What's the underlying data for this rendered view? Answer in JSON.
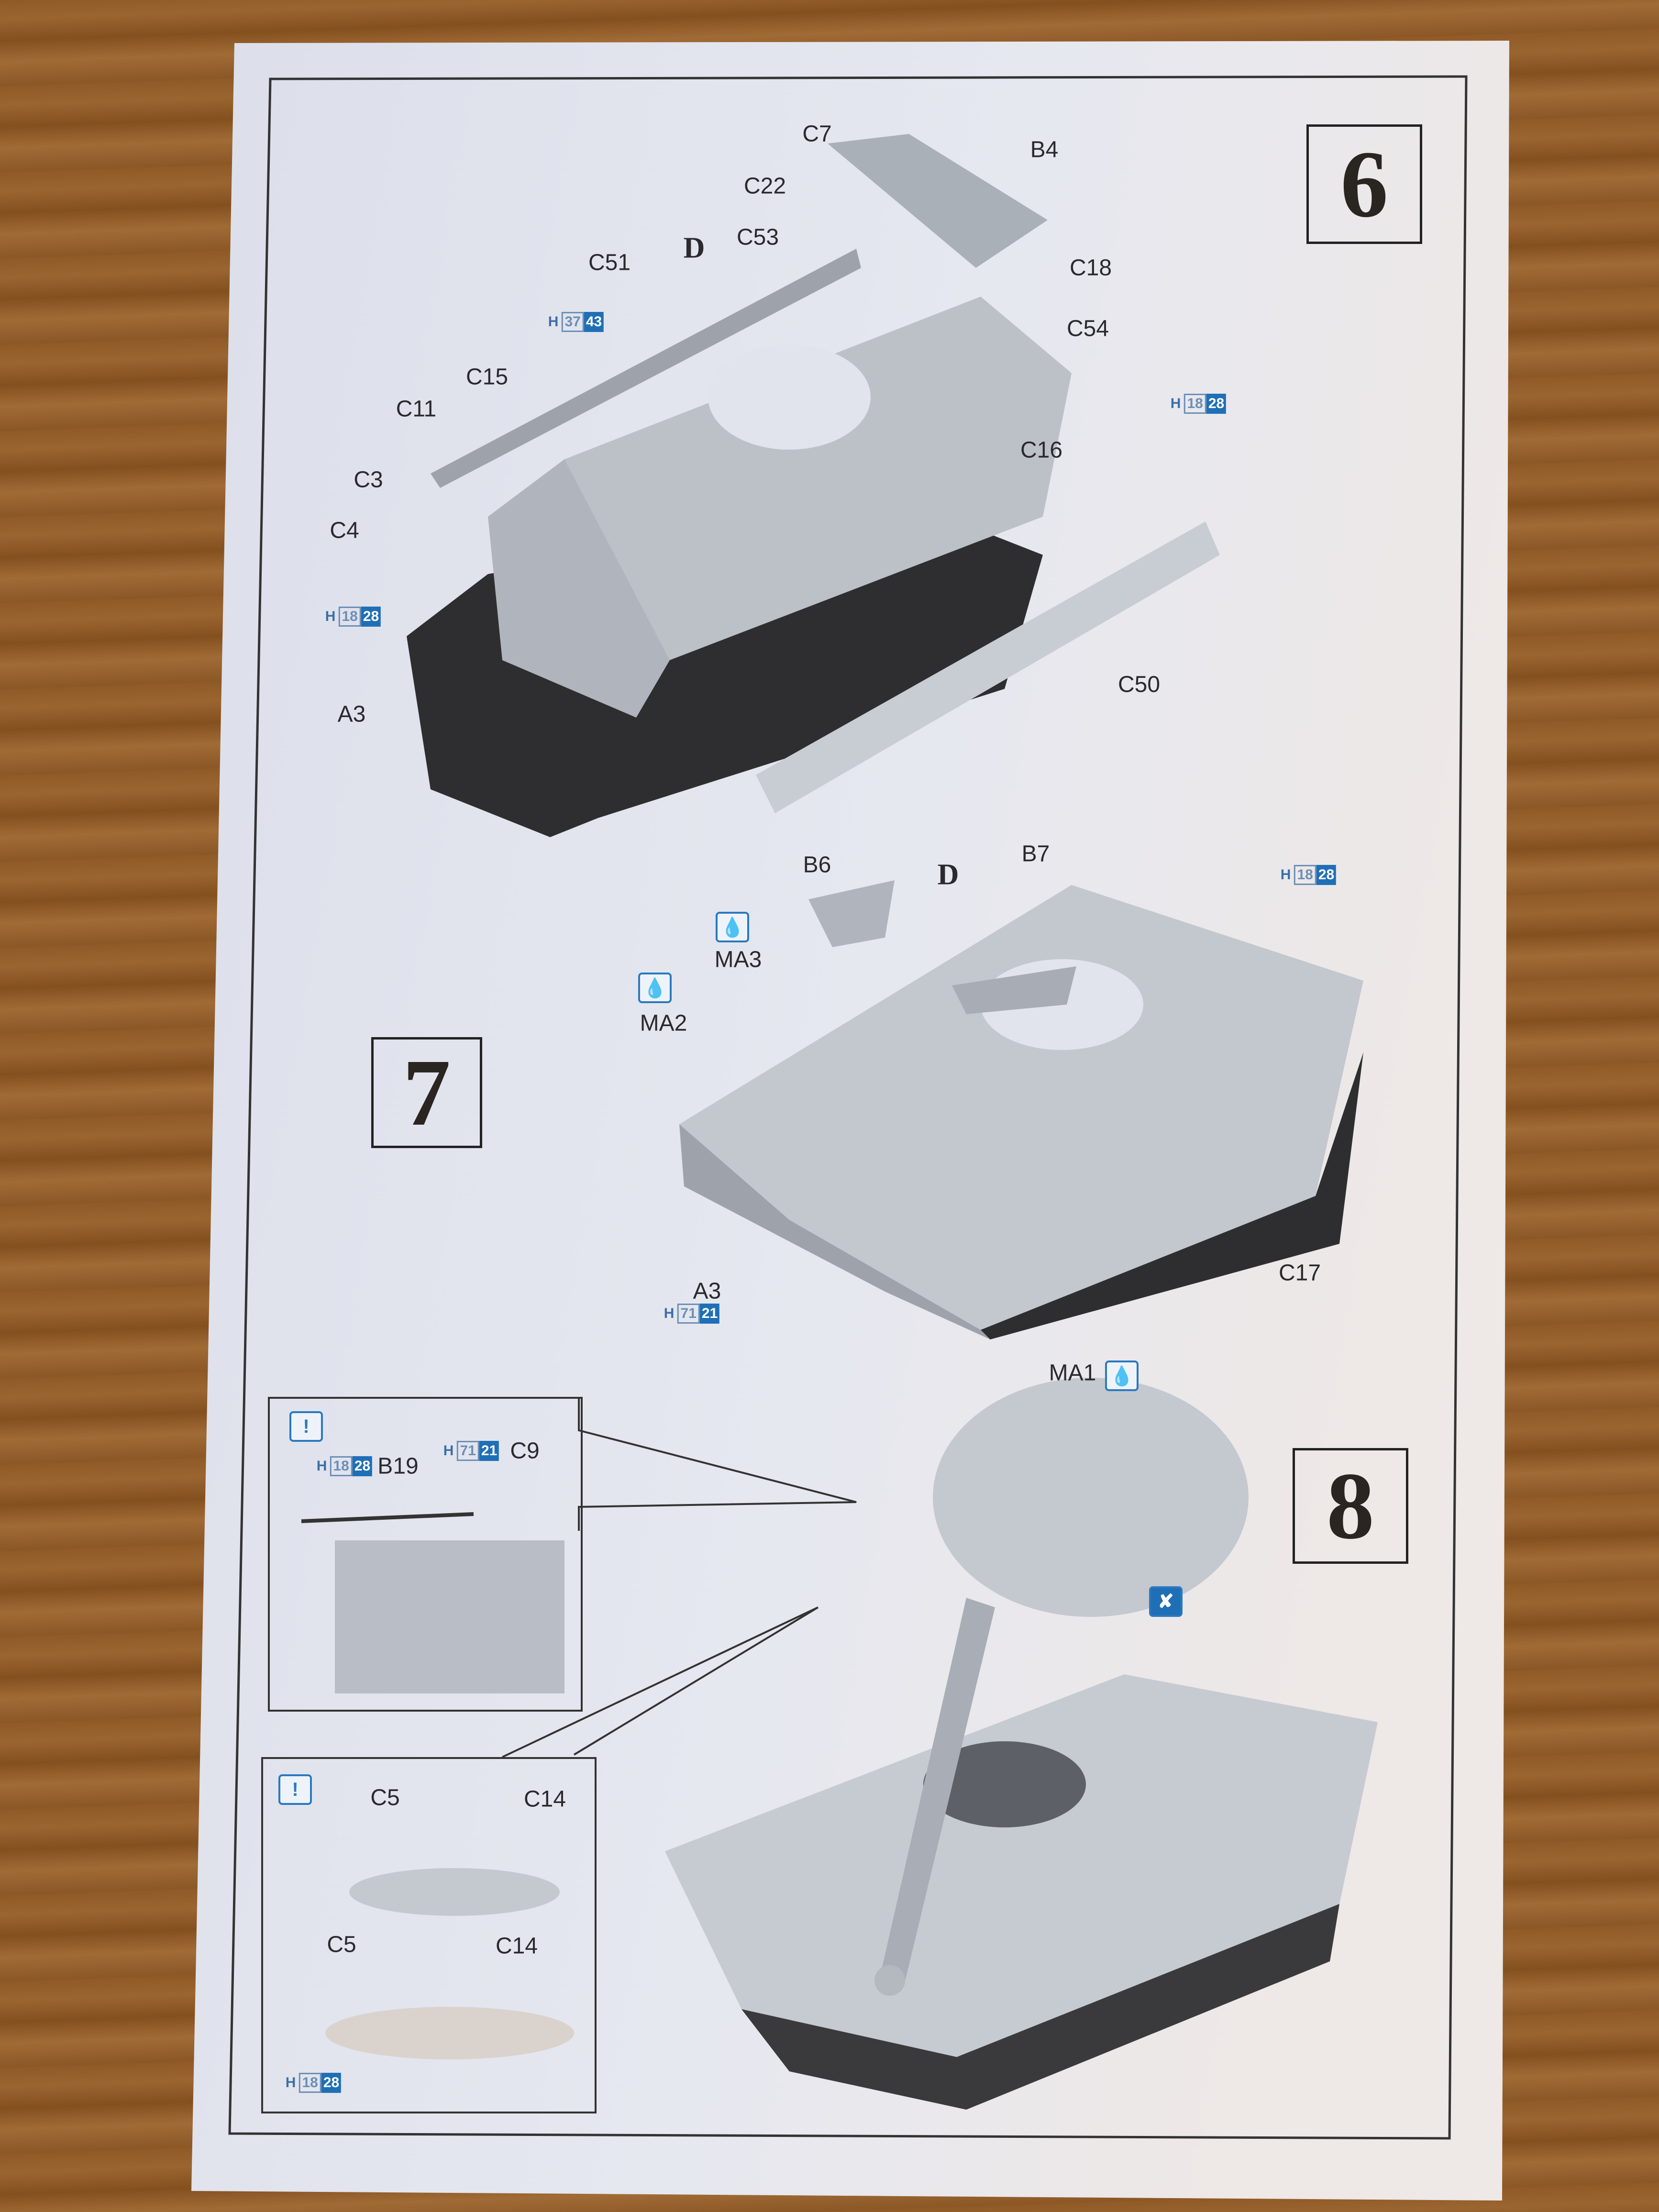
{
  "steps": [
    {
      "number": "6",
      "labels": {
        "c7": "C7",
        "b4": "B4",
        "c22": "C22",
        "c18": "C18",
        "c53": "C53",
        "d": "D",
        "c51": "C51",
        "c15": "C15",
        "c11": "C11",
        "c54": "C54",
        "c16": "C16",
        "c3": "C3",
        "c4": "C4",
        "c50": "C50",
        "a3": "A3"
      },
      "paint_codes": [
        {
          "prefix": "H",
          "code1": "37",
          "code2": "43"
        },
        {
          "prefix": "H",
          "code1": "18",
          "code2": "28"
        },
        {
          "prefix": "H",
          "code1": "18",
          "code2": "28"
        }
      ]
    },
    {
      "number": "7",
      "labels": {
        "b6": "B6",
        "d": "D",
        "b7": "B7",
        "ma3": "MA3",
        "ma2": "MA2",
        "a3": "A3",
        "c17": "C17",
        "ma1": "MA1"
      },
      "paint_codes": [
        {
          "prefix": "H",
          "code1": "18",
          "code2": "28"
        },
        {
          "prefix": "H",
          "code1": "71",
          "code2": "21"
        }
      ],
      "icons": [
        "decal-icon",
        "decal-icon",
        "decal-icon"
      ]
    },
    {
      "number": "8",
      "labels": {
        "b19": "B19",
        "c9": "C9",
        "c5a": "C5",
        "c14a": "C14",
        "c5b": "C5",
        "c14b": "C14"
      },
      "paint_codes": [
        {
          "prefix": "H",
          "code1": "18",
          "code2": "28"
        },
        {
          "prefix": "H",
          "code1": "71",
          "code2": "21"
        },
        {
          "prefix": "H",
          "code1": "18",
          "code2": "28"
        }
      ],
      "icons": [
        "attention-icon",
        "attention-icon",
        "do-not-glue-icon"
      ]
    }
  ],
  "colors": {
    "paint_blue": "#1f6fb6",
    "paper": "#e3e6ef",
    "wood": "#8f5a26"
  }
}
